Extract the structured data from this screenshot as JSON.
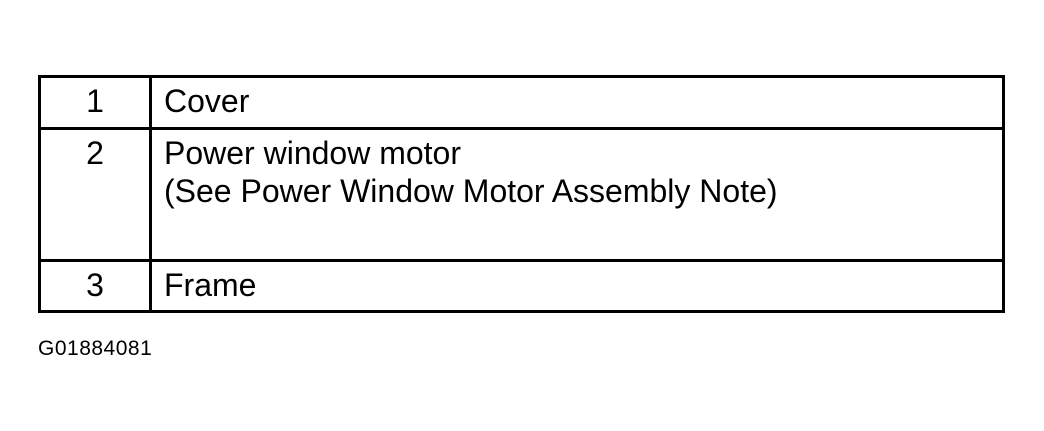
{
  "legend": {
    "rows": [
      {
        "number": "1",
        "lines": [
          "Cover"
        ]
      },
      {
        "number": "2",
        "lines": [
          "Power window motor",
          "(See Power Window Motor Assembly Note)"
        ]
      },
      {
        "number": "3",
        "lines": [
          "Frame"
        ]
      }
    ]
  },
  "figure_id": "G01884081"
}
